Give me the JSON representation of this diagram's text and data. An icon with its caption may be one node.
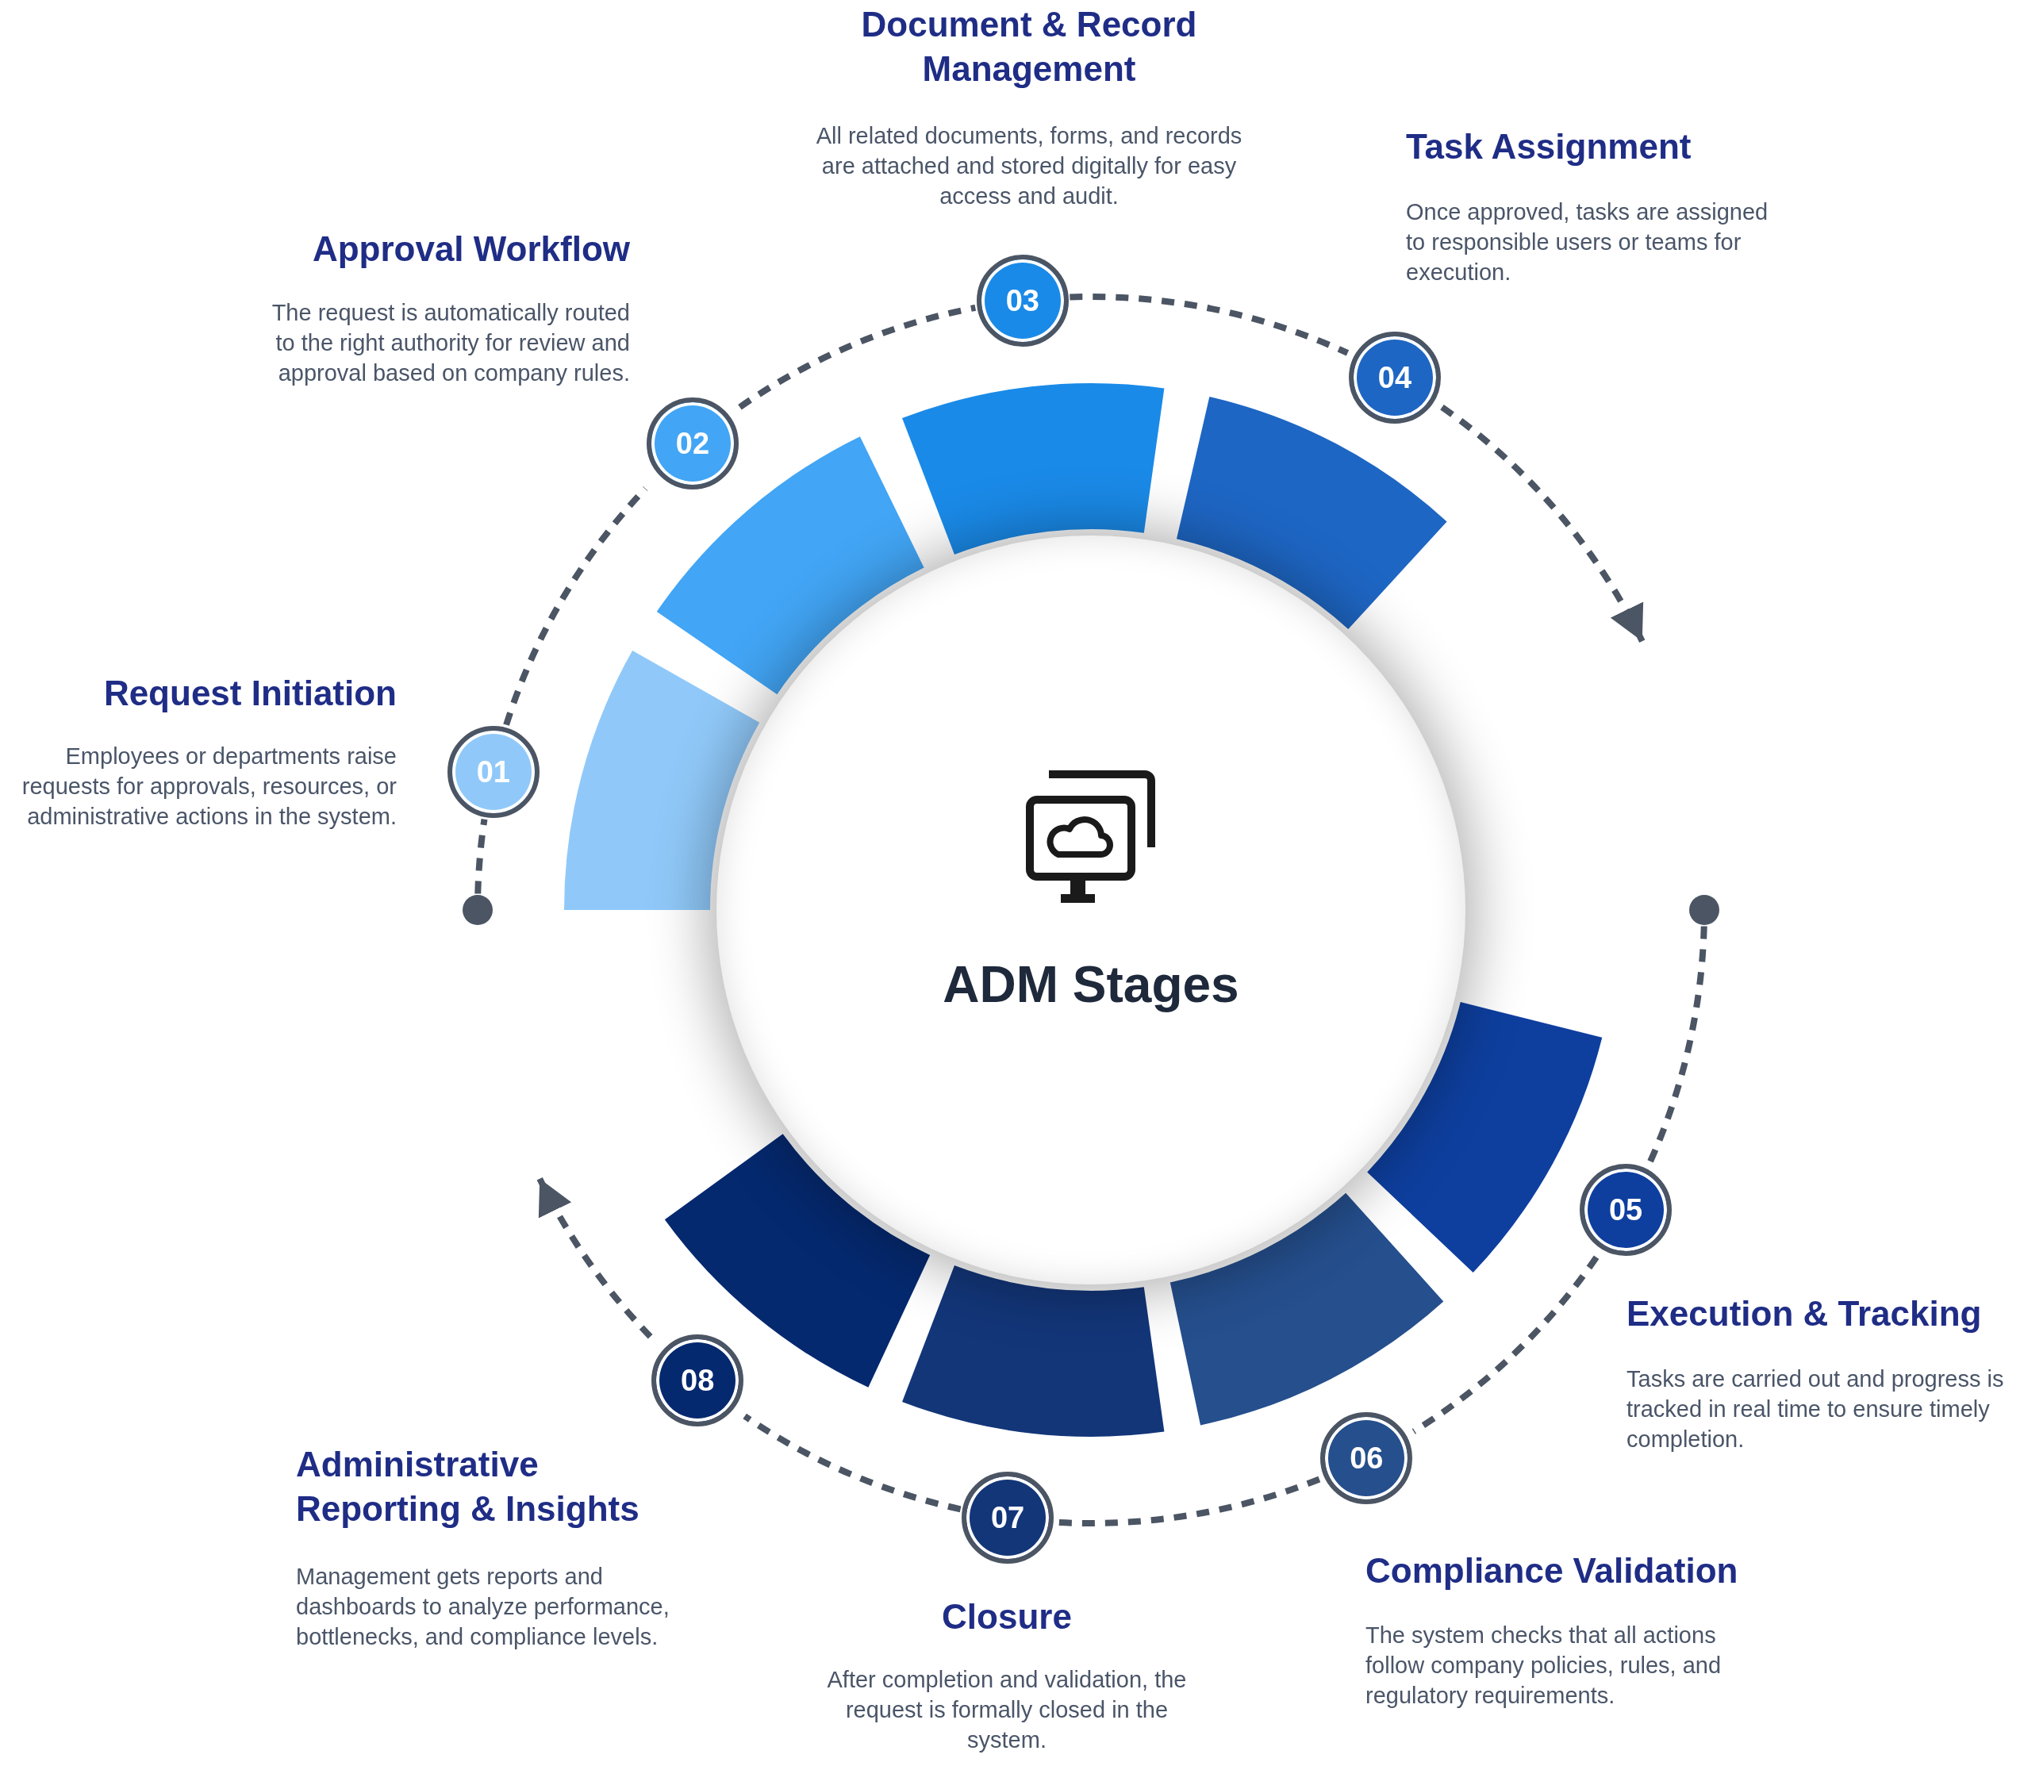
{
  "diagram": {
    "nodes": [
      {
        "text": [
          "ADM Stages"
        ]
      },
      {
        "text": [
          "01"
        ],
        "beside": [
          "Request Initiation",
          "Employees or departments raise requests for approvals, resources, or administrative actions in the system."
        ]
      },
      {
        "text": [
          "02"
        ],
        "beside": [
          "Approval Workflow",
          "The request is automatically routed to the right authority for review and approval based on company rules."
        ]
      },
      {
        "text": [
          "03"
        ],
        "beside": [
          "Document & Record Management",
          "All related documents, forms, and records are attached and stored digitally for easy access and audit."
        ]
      },
      {
        "text": [
          "04"
        ],
        "beside": [
          "Task Assignment",
          "Once approved, tasks are assigned to responsible users or teams for execution."
        ]
      },
      {
        "text": [
          "05"
        ],
        "beside": [
          "Execution & Tracking",
          "Tasks are carried out and progress is tracked in real time to ensure timely completion."
        ]
      },
      {
        "text": [
          "06"
        ],
        "beside": [
          "Compliance Validation",
          "The system checks that all actions follow company policies, rules, and regulatory requirements."
        ]
      },
      {
        "text": [
          "07"
        ],
        "beside": [
          "Closure",
          "After completion and validation, the request is formally closed in the system."
        ]
      },
      {
        "text": [
          "08"
        ],
        "beside": [
          "Administrative Reporting & Insights",
          "Management gets reports and dashboards to analyze performance, bottlenecks, and compliance levels."
        ]
      },
      {
        "text": [],
        "shape": "circle"
      },
      {
        "text": [],
        "shape": "circle"
      }
    ],
    "edges": [
      {
        "from": 9,
        "to": 1,
        "arrow": "none",
        "style": "dashed"
      },
      {
        "from": 1,
        "to": 2,
        "arrow": "none",
        "style": "dashed"
      },
      {
        "from": 2,
        "to": 3,
        "arrow": "none",
        "style": "dashed"
      },
      {
        "from": 3,
        "to": 4,
        "arrow": "none",
        "style": "dashed"
      },
      {
        "from": 4,
        "to": null,
        "arrow": "to",
        "style": "dashed"
      },
      {
        "from": 10,
        "to": 5,
        "arrow": "none",
        "style": "dashed"
      },
      {
        "from": 5,
        "to": 6,
        "arrow": "none",
        "style": "dashed"
      },
      {
        "from": 6,
        "to": 7,
        "arrow": "none",
        "style": "dashed"
      },
      {
        "from": 7,
        "to": 8,
        "arrow": "none",
        "style": "dashed"
      },
      {
        "from": 8,
        "to": null,
        "arrow": "to",
        "style": "dashed"
      }
    ]
  }
}
